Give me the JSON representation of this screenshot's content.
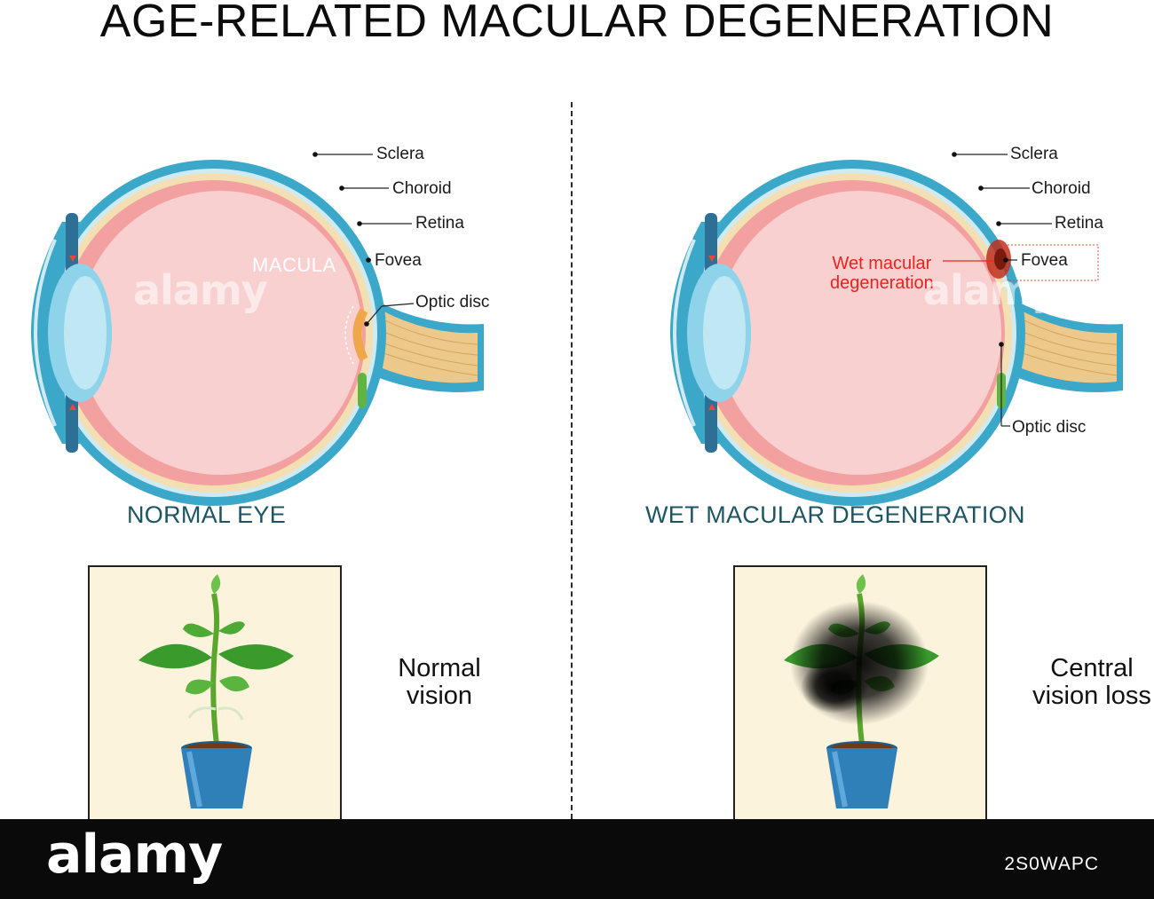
{
  "title": "AGE-RELATED MACULAR DEGENERATION",
  "normal_eye": {
    "labels": {
      "sclera": "Sclera",
      "choroid": "Choroid",
      "retina": "Retina",
      "fovea": "Fovea",
      "optic_disc": "Optic disc",
      "macula": "MACULA"
    },
    "caption": "NORMAL EYE",
    "vision_text": "Normal vision"
  },
  "wet_eye": {
    "labels": {
      "sclera": "Sclera",
      "choroid": "Choroid",
      "retina": "Retina",
      "fovea": "Fovea",
      "optic_disc": "Optic disc"
    },
    "lesion_label_line1": "Wet macular",
    "lesion_label_line2": "degeneration",
    "caption": "WET MACULAR DEGENERATION",
    "vision_text_line1": "Central",
    "vision_text_line2": "vision loss"
  },
  "normal_vision_line1": "Normal",
  "normal_vision_line2": "vision",
  "watermark": "alamy",
  "footer": {
    "brand": "alamy",
    "image_code": "2S0WAPC"
  },
  "colors": {
    "sclera": "#3ba7c9",
    "sclera_light": "#cfeaf3",
    "choroid": "#f4dfb3",
    "retina": "#f3a0a0",
    "vitreous": "#f9d0d0",
    "optic_nerve": "#ecc98a",
    "optic_disc": "#5fb442",
    "lesion": "#c0301d",
    "caption": "#1d5563",
    "card_bg": "#fbf3dc",
    "pot": "#2f7fb8",
    "leaf": "#3a9a2c"
  }
}
